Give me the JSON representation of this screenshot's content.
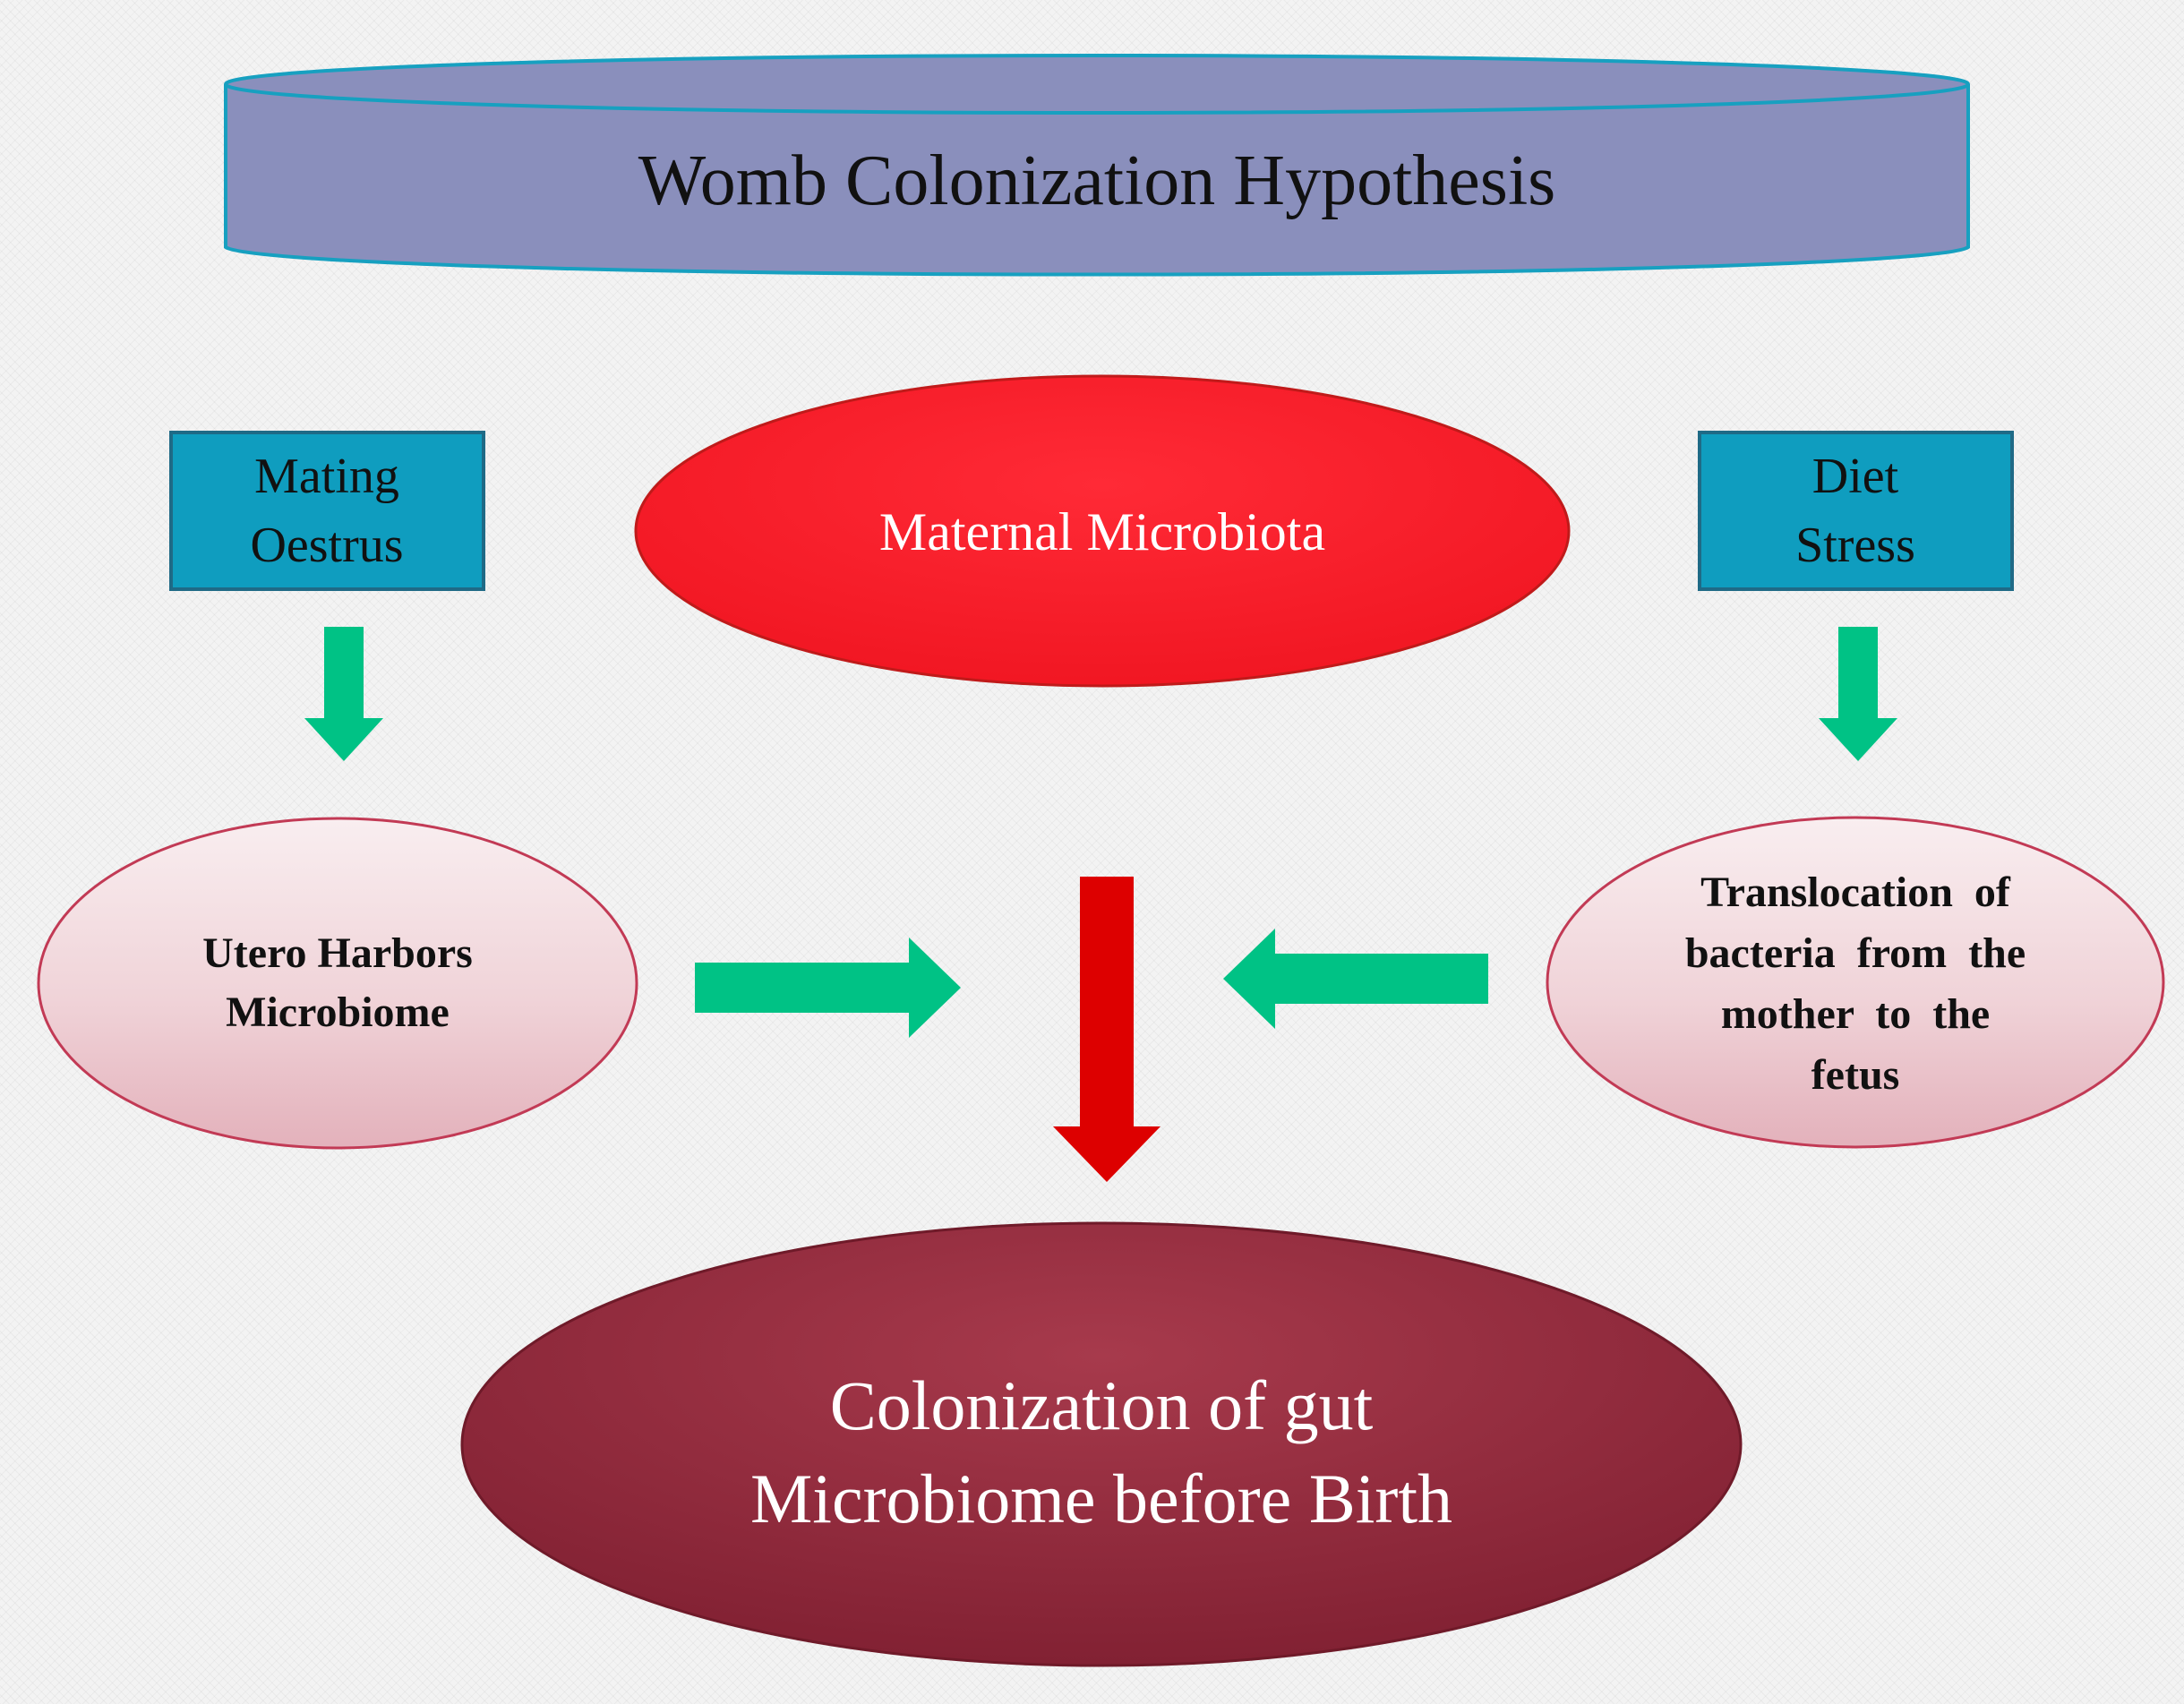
{
  "title": "Womb Colonization Hypothesis",
  "factors_left": {
    "line1": "Mating",
    "line2": "Oestrus"
  },
  "factors_right": {
    "line1": "Diet",
    "line2": "Stress"
  },
  "center_node": "Maternal Microbiota",
  "left_node": {
    "line1": "Utero Harbors",
    "line2": "Microbiome"
  },
  "right_node": {
    "line1": "Translocation  of",
    "line2": "bacteria  from  the",
    "line3": "mother  to  the",
    "line4": "fetus"
  },
  "result_node": {
    "line1": "Colonization of gut",
    "line2": "Microbiome before Birth"
  },
  "colors": {
    "title_fill": "#8a8fbc",
    "title_stroke": "#17a0c0",
    "factor_fill": "#0f9dbf",
    "factor_stroke": "#1f6a86",
    "center_fill": "#fb1c2a",
    "arrow_green": "#00c285",
    "arrow_red": "#dd0000",
    "oval_fill": "#f0d2d6",
    "oval_stroke": "#c23a55",
    "result_fill": "#8d2638"
  }
}
